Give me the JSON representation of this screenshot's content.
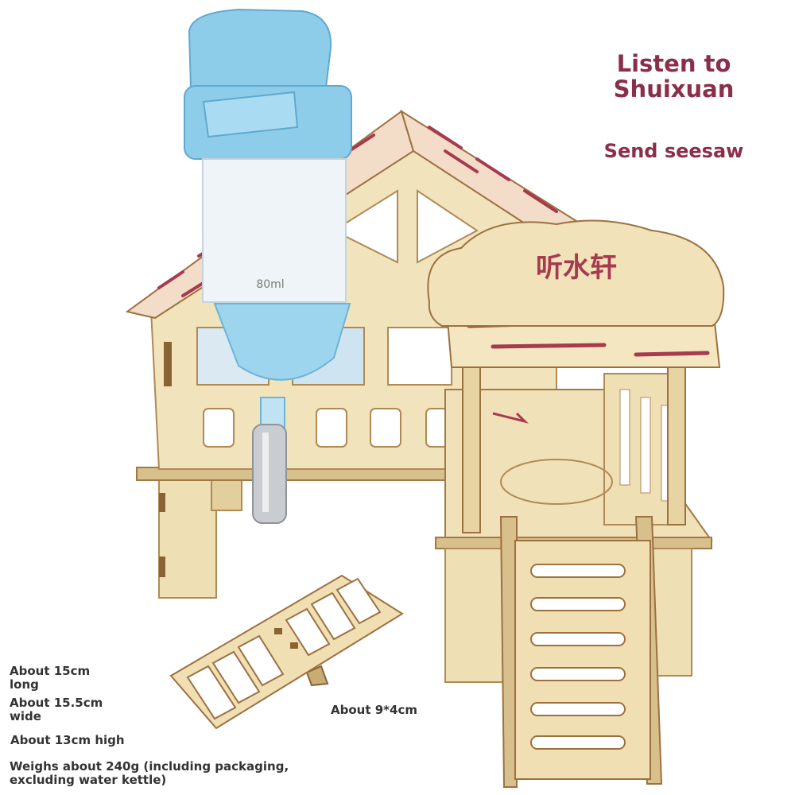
{
  "headline": {
    "line1": "Listen to",
    "line2": "Shuixuan"
  },
  "promo": "Send seesaw",
  "sign_text": "听水轩",
  "bottle_label": "80ml",
  "specs": {
    "length": "About 15cm long",
    "width": "About 15.5cm wide",
    "height": "About 13cm high",
    "weight": "Weighs about 240g (including packaging, excluding water kettle)",
    "seesaw_size": "About 9*4cm"
  },
  "colors": {
    "wood": "#eedfb4",
    "wood_dark": "#a67c45",
    "roof_print": "#a63a4e",
    "bottle_blue": "#8ecdea",
    "text_accent": "#8b2e4a"
  }
}
